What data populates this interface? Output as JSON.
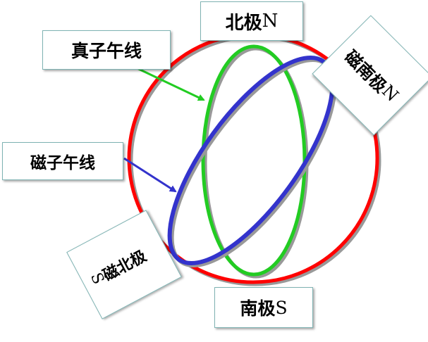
{
  "labels": {
    "north_pole": {
      "cjk": "北极",
      "latin": "N"
    },
    "true_meridian": "真子午线",
    "magnetic_south_pole": {
      "cjk": "磁南极",
      "latin": "N"
    },
    "magnetic_meridian": "磁子午线",
    "magnetic_north_pole": {
      "cjk": "磁北极",
      "latin": "S"
    },
    "south_pole": {
      "cjk": "南极",
      "latin": "S"
    }
  },
  "colors": {
    "earth_circle": "#ff0000",
    "true_meridian": "#22cc22",
    "magnetic_meridian": "#3333cc",
    "shadow": "#888888"
  }
}
